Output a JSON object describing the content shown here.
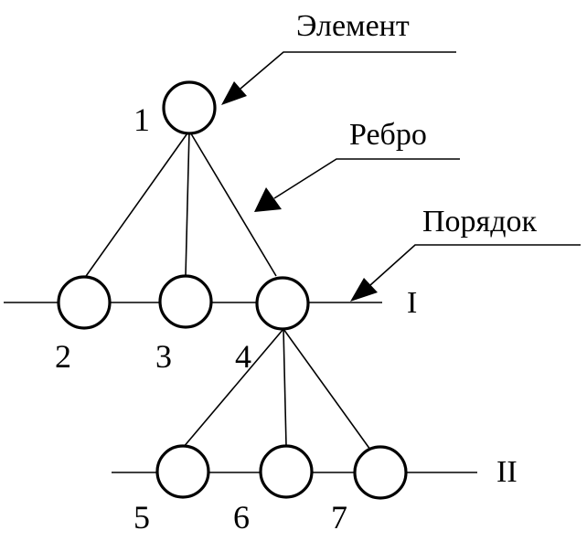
{
  "annotations": {
    "element": "Элемент",
    "edge": "Ребро",
    "order": "Порядок"
  },
  "levels": {
    "first": "I",
    "second": "II"
  },
  "nodes": [
    {
      "id": "1",
      "label": "1"
    },
    {
      "id": "2",
      "label": "2"
    },
    {
      "id": "3",
      "label": "3"
    },
    {
      "id": "4",
      "label": "4"
    },
    {
      "id": "5",
      "label": "5"
    },
    {
      "id": "6",
      "label": "6"
    },
    {
      "id": "7",
      "label": "7"
    }
  ],
  "edges": [
    {
      "from": "1",
      "to": "2"
    },
    {
      "from": "1",
      "to": "3"
    },
    {
      "from": "1",
      "to": "4"
    },
    {
      "from": "4",
      "to": "5"
    },
    {
      "from": "4",
      "to": "6"
    },
    {
      "from": "4",
      "to": "7"
    }
  ]
}
